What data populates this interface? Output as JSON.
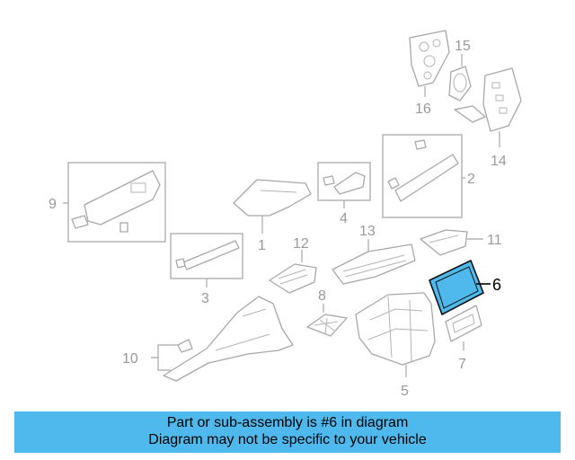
{
  "callouts": {
    "c1": "1",
    "c2": "2",
    "c3": "3",
    "c4": "4",
    "c5": "5",
    "c6": "6",
    "c7": "7",
    "c8": "8",
    "c9": "9",
    "c10": "10",
    "c11": "11",
    "c12": "12",
    "c13": "13",
    "c14": "14",
    "c15": "15",
    "c16": "16"
  },
  "highlighted_part": "6",
  "colors": {
    "highlight_fill": "#4fb8ec",
    "banner": "#4fb8ec",
    "line_art": "#a8a8a8"
  },
  "banner": {
    "line1": "Part or sub-assembly is #6 in diagram",
    "line2": "Diagram may not be specific to your vehicle"
  }
}
